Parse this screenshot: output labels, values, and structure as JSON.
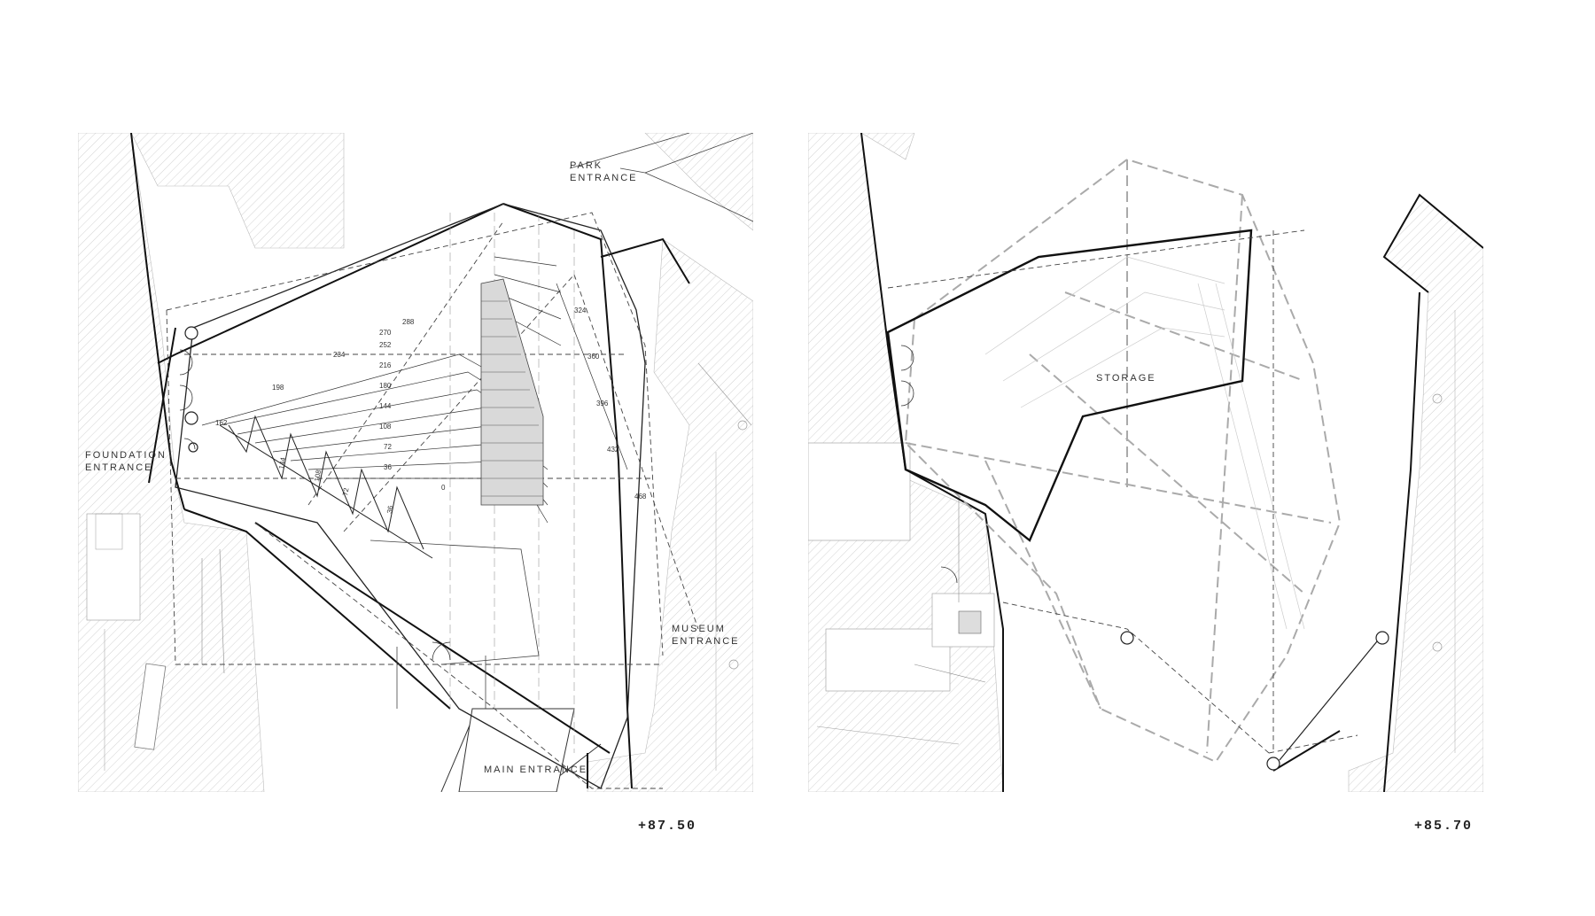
{
  "left_plan": {
    "labels": {
      "park_entrance_1": "PARK",
      "park_entrance_2": "ENTRANCE",
      "foundation_entrance_1": "FOUNDATION",
      "foundation_entrance_2": "ENTRANCE",
      "museum_entrance_1": "MUSEUM",
      "museum_entrance_2": "ENTRANCE",
      "main_entrance": "MAIN ENTRANCE"
    },
    "step_numbers": [
      "162",
      "198",
      "234",
      "270",
      "288",
      "252",
      "216",
      "180",
      "144",
      "108",
      "72",
      "36",
      "0",
      "324",
      "360",
      "396",
      "432",
      "468"
    ],
    "diag_numbers": [
      "144",
      "108",
      "72",
      "36"
    ],
    "elevation": "+87.50"
  },
  "right_plan": {
    "labels": {
      "storage": "STORAGE"
    },
    "elevation": "+85.70"
  }
}
